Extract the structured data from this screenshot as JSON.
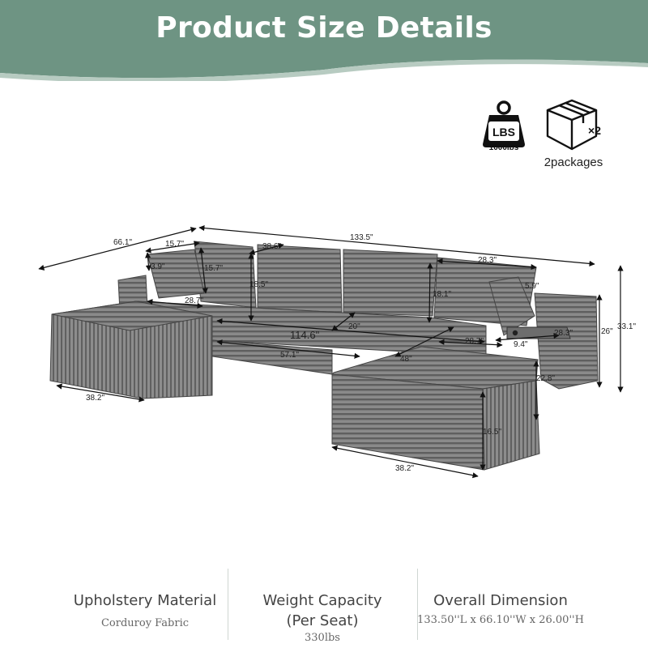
{
  "header": {
    "title": "Product Size Details",
    "background_color": "#6e9483"
  },
  "badges": {
    "weight_icon_text": "LBS",
    "weight_value": "1000lbs",
    "package_multiplier": "×2",
    "package_label": "2packages"
  },
  "dimensions": {
    "d_66_1": "66.1\"",
    "d_15_7a": "15.7\"",
    "d_15_7b": "15.7\"",
    "d_3_9": "3.9\"",
    "d_38_6": "38.6\"",
    "d_133_5": "133.5\"",
    "d_28_3a": "28.3\"",
    "d_18_5": "18.5\"",
    "d_28_7a": "28.7\"",
    "d_18_1": "18.1\"",
    "d_5_9": "5.9\"",
    "d_114_6": "114.6\"",
    "d_20": "20\"",
    "d_28_7b": "28.7\"",
    "d_9_4": "9.4\"",
    "d_28_3b": "28.3\"",
    "d_26": "26\"",
    "d_33_1": "33.1\"",
    "d_57_1": "57.1\"",
    "d_48": "48\"",
    "d_22_8": "22.8\"",
    "d_38_2a": "38.2\"",
    "d_16_5": "16.5\"",
    "d_38_2b": "38.2\""
  },
  "specs": [
    {
      "title": "Upholstery Material",
      "value": "Corduroy Fabric"
    },
    {
      "title": "Weight Capacity",
      "title2": "(Per Seat)",
      "value": "330lbs"
    },
    {
      "title": "Overall Dimension",
      "value": "133.50''L x 66.10''W x 26.00''H"
    }
  ]
}
